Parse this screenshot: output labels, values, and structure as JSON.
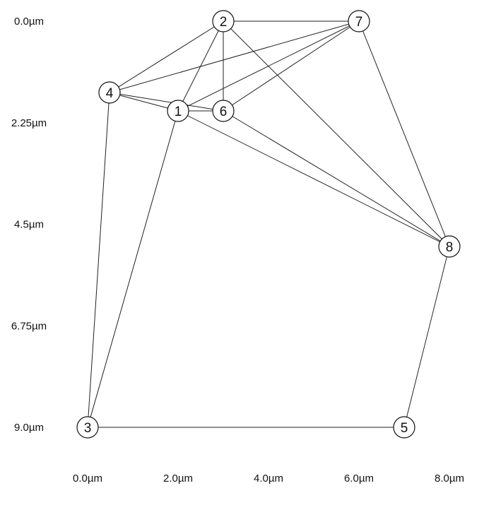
{
  "graph": {
    "x_axis": {
      "unit": "µm",
      "range": [
        0.0,
        8.0
      ],
      "tick_values": [
        0.0,
        2.0,
        4.0,
        6.0,
        8.0
      ],
      "tick_labels": [
        "0.0µm",
        "2.0µm",
        "4.0µm",
        "6.0µm",
        "8.0µm"
      ]
    },
    "y_axis": {
      "unit": "µm",
      "range": [
        0.0,
        9.0
      ],
      "inverted": true,
      "tick_values": [
        0.0,
        2.25,
        4.5,
        6.75,
        9.0
      ],
      "tick_labels": [
        "0.0µm",
        "2.25µm",
        "4.5µm",
        "6.75µm",
        "9.0µm"
      ]
    },
    "nodes": [
      {
        "id": "1",
        "label": "1",
        "x": 2.0,
        "y": 2.0
      },
      {
        "id": "2",
        "label": "2",
        "x": 3.0,
        "y": 0.0
      },
      {
        "id": "3",
        "label": "3",
        "x": 0.0,
        "y": 9.0
      },
      {
        "id": "4",
        "label": "4",
        "x": 0.5,
        "y": 1.6
      },
      {
        "id": "5",
        "label": "5",
        "x": 7.0,
        "y": 9.0
      },
      {
        "id": "6",
        "label": "6",
        "x": 3.0,
        "y": 2.0
      },
      {
        "id": "7",
        "label": "7",
        "x": 6.0,
        "y": 0.0
      },
      {
        "id": "8",
        "label": "8",
        "x": 8.0,
        "y": 5.0
      }
    ],
    "edges": [
      [
        "2",
        "7"
      ],
      [
        "2",
        "4"
      ],
      [
        "2",
        "1"
      ],
      [
        "2",
        "6"
      ],
      [
        "2",
        "8"
      ],
      [
        "7",
        "4"
      ],
      [
        "7",
        "1"
      ],
      [
        "7",
        "6"
      ],
      [
        "7",
        "8"
      ],
      [
        "4",
        "1"
      ],
      [
        "4",
        "6"
      ],
      [
        "4",
        "3"
      ],
      [
        "1",
        "6"
      ],
      [
        "1",
        "8"
      ],
      [
        "1",
        "3"
      ],
      [
        "6",
        "8"
      ],
      [
        "3",
        "5"
      ],
      [
        "5",
        "8"
      ]
    ]
  }
}
